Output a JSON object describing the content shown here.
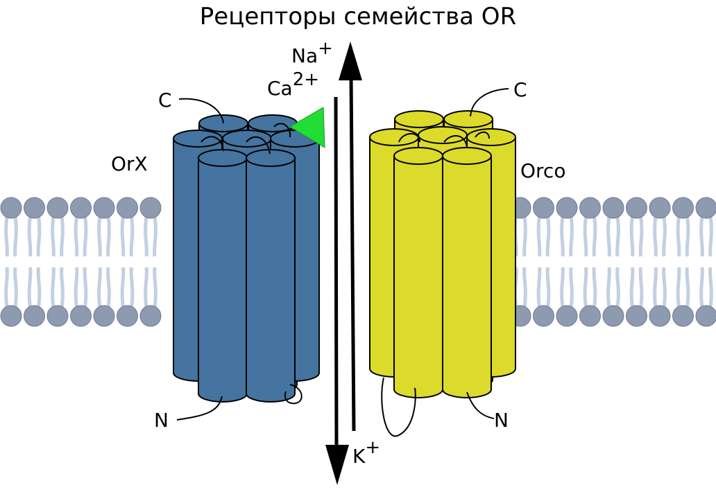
{
  "title": "Рецепторы семейства OR",
  "labels": {
    "orx": "OrX",
    "orco": "Orco",
    "c_left": "C",
    "c_right": "C",
    "n_left": "N",
    "n_right": "N",
    "na": "Na",
    "na_sup": "+",
    "ca": "Ca",
    "ca_sup": "2+",
    "k": "K",
    "k_sup": "+"
  },
  "colors": {
    "orx_fill": "#44749f",
    "orco_fill": "#dcda2a",
    "ligand": "#22dd33",
    "lipid_head": "#8e9aaf",
    "lipid_tail": "#c3cfe2",
    "outline": "#000000"
  }
}
